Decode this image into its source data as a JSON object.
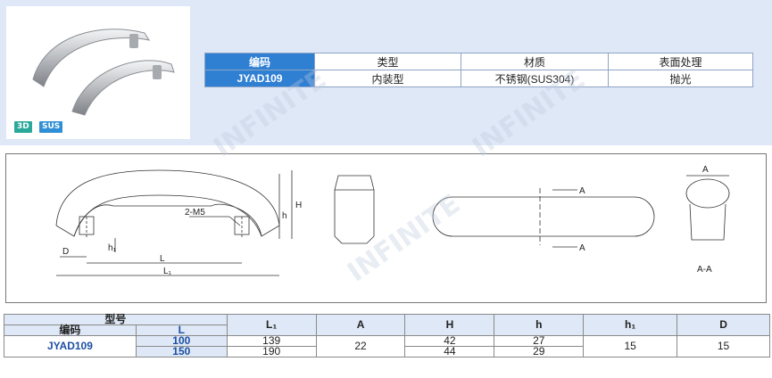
{
  "badges": {
    "three_d": "3D",
    "sus": "SUS"
  },
  "spec_table": {
    "headers": [
      "编码",
      "类型",
      "材质",
      "表面处理"
    ],
    "row": [
      "JYAD109",
      "内装型",
      "不锈钢(SUS304)",
      "抛光"
    ]
  },
  "drawing": {
    "labels": {
      "h_big": "H",
      "h_small": "h",
      "h1": "h₁",
      "d": "D",
      "l": "L",
      "l1": "L₁",
      "m5": "2-M5",
      "a_top": "A",
      "a_sec_top": "A",
      "a_sec_bottom": "A",
      "section": "A-A"
    }
  },
  "dims_table": {
    "header": {
      "model": "型号",
      "code": "编码",
      "l": "L",
      "l1": "L₁",
      "a": "A",
      "h_big": "H",
      "h_small": "h",
      "h1": "h₁",
      "d": "D"
    },
    "code": "JYAD109",
    "rows": [
      {
        "l": "100",
        "l1": "139",
        "h_big": "42",
        "h_small": "27"
      },
      {
        "l": "150",
        "l1": "190",
        "h_big": "44",
        "h_small": "29"
      }
    ],
    "a": "22",
    "h1": "15",
    "d": "15"
  },
  "watermark": "INFINITE"
}
